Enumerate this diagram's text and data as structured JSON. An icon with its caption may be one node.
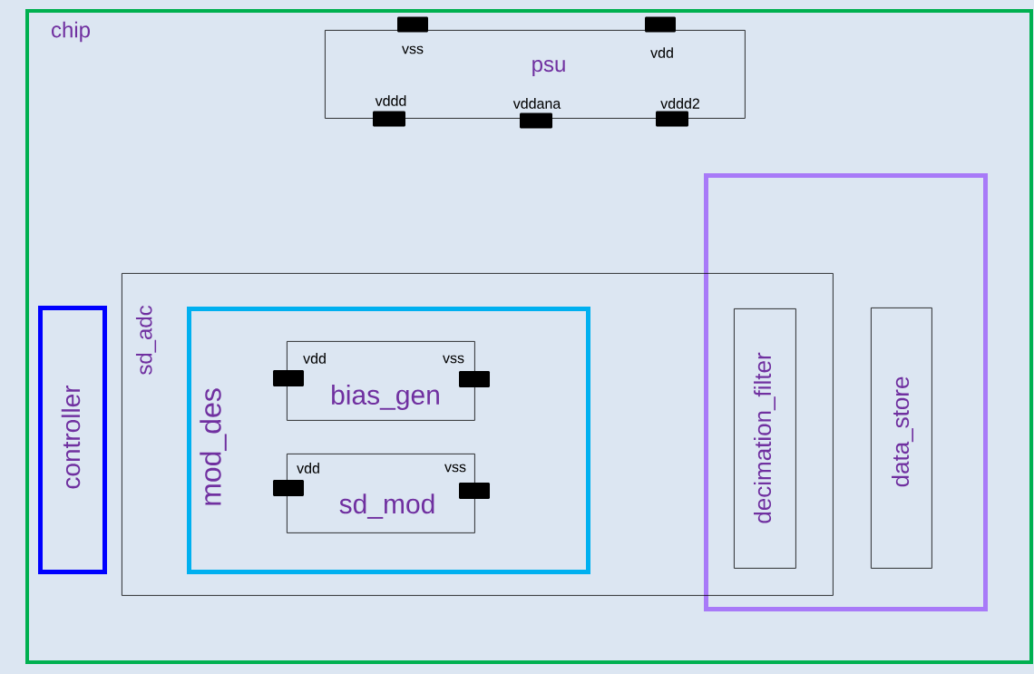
{
  "diagram": {
    "nodes": [
      {
        "text": [
          "chip"
        ]
      },
      {
        "text": [
          "psu",
          "vss",
          "vdd",
          "vddd",
          "vddana",
          "vddd2"
        ],
        "in": 0
      },
      {
        "text": [],
        "shape": "bar",
        "in": 0
      },
      {
        "text": [],
        "shape": "bar",
        "in": 0
      },
      {
        "text": [],
        "shape": "bar",
        "in": 0
      },
      {
        "text": [],
        "shape": "bar",
        "in": 0
      },
      {
        "text": [],
        "shape": "bar",
        "in": 0
      },
      {
        "text": [],
        "shape": "box",
        "in": 0
      },
      {
        "text": [
          "sd_adc"
        ],
        "in": 0
      },
      {
        "text": [
          "controller"
        ],
        "in": 0
      },
      {
        "text": [
          "mod_des"
        ],
        "in": 8
      },
      {
        "text": [
          "bias_gen",
          "vdd",
          "vss"
        ],
        "in": 10
      },
      {
        "text": [],
        "shape": "bar",
        "in": 10
      },
      {
        "text": [],
        "shape": "bar",
        "in": 10
      },
      {
        "text": [
          "sd_mod",
          "vdd",
          "vss"
        ],
        "in": 10
      },
      {
        "text": [],
        "shape": "bar",
        "in": 10
      },
      {
        "text": [],
        "shape": "bar",
        "in": 10
      },
      {
        "text": [
          "decimation_filter"
        ]
      },
      {
        "text": [
          "data_store"
        ],
        "in": 7
      }
    ]
  }
}
